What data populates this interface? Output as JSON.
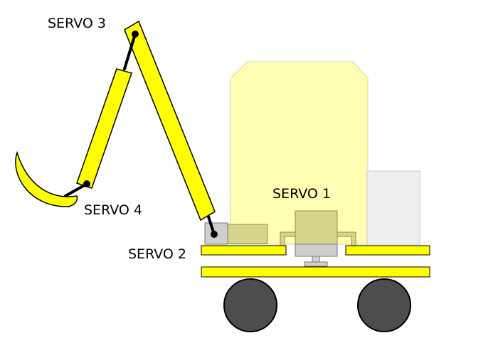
{
  "labels": {
    "servo1": "SERVO 1",
    "servo2": "SERVO 2",
    "servo3": "SERVO 3",
    "servo4": "SERVO 4"
  },
  "colors": {
    "arm_yellow": "#ffff00",
    "body_pale_yellow": "#ffffb3",
    "servo_khaki": "#d6d48a",
    "panel_gray": "#efefef",
    "servo2_gray": "#cfcfcf",
    "wheel_gray": "#4d4d4d",
    "outline": "#000000"
  }
}
